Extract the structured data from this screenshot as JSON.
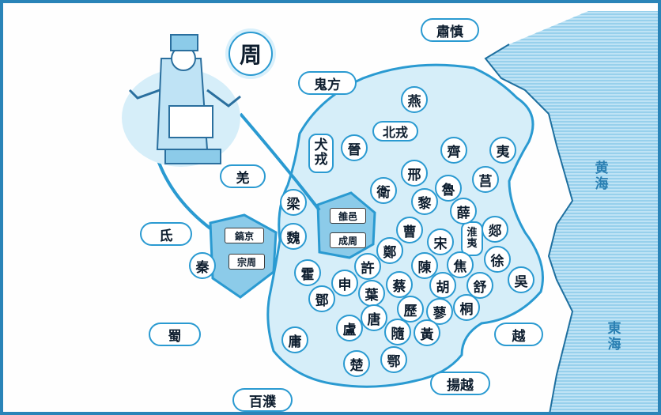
{
  "colors": {
    "border": "#2a84b8",
    "land": "#d6eef9",
    "land_edge": "#2a9ad1",
    "sea": "#bfe3f5",
    "sea_line": "#6fbde2",
    "text": "#0d1d2e",
    "sea_text": "#2a7fb2"
  },
  "emblem": {
    "label": "周",
    "figure": "zhou-king-illustration"
  },
  "capitals": {
    "west": {
      "cities": [
        "鎬京",
        "宗周"
      ]
    },
    "east": {
      "cities": [
        "雒邑",
        "成周"
      ]
    }
  },
  "seas": [
    {
      "name": "黄海",
      "chars": [
        "黄",
        "海"
      ]
    },
    {
      "name": "東海",
      "chars": [
        "東",
        "海"
      ]
    }
  ],
  "vertical_labels": [
    {
      "name": "犬戎",
      "chars": [
        "犬",
        "戎"
      ]
    },
    {
      "name": "淮夷",
      "chars": [
        "淮",
        "夷"
      ]
    }
  ],
  "peoples": [
    "肅慎",
    "鬼方",
    "北戎",
    "羌",
    "氐",
    "蜀",
    "百濮",
    "揚越",
    "越"
  ],
  "states": [
    "燕",
    "晉",
    "齊",
    "夷",
    "邢",
    "魯",
    "莒",
    "衛",
    "黎",
    "薛",
    "梁",
    "曹",
    "郯",
    "宋",
    "魏",
    "鄭",
    "秦",
    "許",
    "陳",
    "焦",
    "徐",
    "霍",
    "申",
    "蔡",
    "胡",
    "舒",
    "吳",
    "鄧",
    "葉",
    "歷",
    "桐",
    "蓼",
    "唐",
    "盧",
    "隨",
    "黃",
    "庸",
    "鄂",
    "楚"
  ]
}
